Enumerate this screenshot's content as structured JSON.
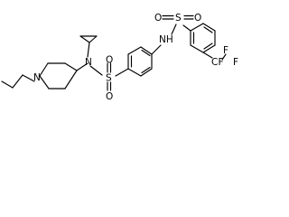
{
  "molecule": {
    "labels": {
      "N_amine": "N",
      "S_left": "S",
      "O_left_top": "O",
      "O_left_bottom": "O",
      "N_ring": "N",
      "NH": "NH",
      "S_right": "S",
      "O_right_left": "O",
      "O_right_right": "O",
      "CF3_C": "F",
      "F_top": "F",
      "F_right": "F",
      "CF3_prefix": "C"
    },
    "colors": {
      "bond": "#000000",
      "text": "#000000",
      "background": "#ffffff"
    }
  }
}
